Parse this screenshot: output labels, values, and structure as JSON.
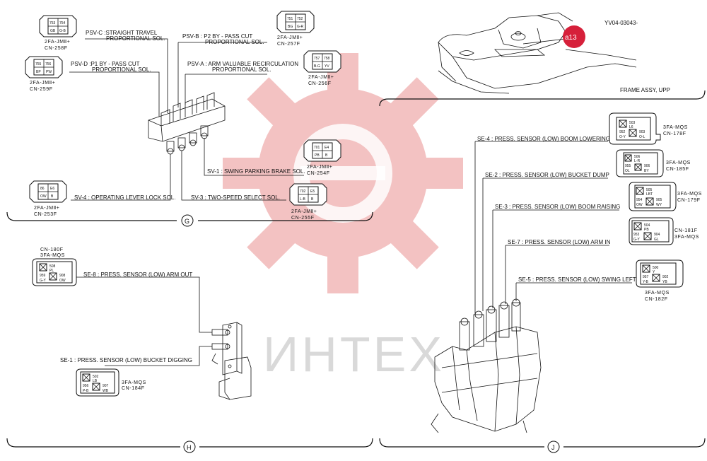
{
  "ref_code": "YV04-03043-",
  "frame_caption": "FRAME ASSY, UPP",
  "badge": {
    "label": "a13",
    "color": "#d6203a"
  },
  "watermark": {
    "text": "ИНТЕХ",
    "gear_color": "#f0b8b8"
  },
  "sections": {
    "g": "G",
    "h": "H",
    "j": "J"
  },
  "solenoids": {
    "psv_c": "PSV-C :STRAIGHT TRAVEL",
    "psv_c_2": "PROPORTIONAL SOL.",
    "psv_b": "PSV-B : P2 BY - PASS CUT",
    "psv_b_2": "PROPORTIONAL SOL.",
    "psv_d": "PSV-D :P1 BY - PASS CUT",
    "psv_d_2": "PROPORTIONAL SOL.",
    "psv_a": "PSV-A : ARM VALUABLE RECIRCULATION",
    "psv_a_2": "PROPORTIONAL SOL.",
    "sv_1": "SV-1 : SWING PARKING BRAKE SOL.",
    "sv_4": "SV-4 : OPERATING LEVER LOCK SOL.",
    "sv_3": "SV-3 : TWO-SPEED SELECT SOL."
  },
  "sensors": {
    "se_4": "SE-4 : PRESS. SENSOR (LOW) BOOM LOWERING",
    "se_2": "SE-2 : PRESS. SENSOR (LOW) BUCKET DUMP",
    "se_3": "SE-3 : PRESS. SENSOR (LOW) BOOM RAISING",
    "se_7": "SE-7 : PRESS. SENSOR (LOW) ARM IN",
    "se_5": "SE-5 : PRESS. SENSOR (LOW) SWING LEFT",
    "se_8": "SE-8 : PRESS. SENSOR (LOW) ARM OUT",
    "se_1": "SE-1 : PRESS. SENSOR (LOW) BUCKET DIGGING"
  },
  "connectors": {
    "cn258": {
      "type": "2FA-JMⅡ+",
      "id": "CN-258F",
      "pins": [
        "753",
        "754",
        "GB",
        "G-B"
      ]
    },
    "cn257": {
      "type": "2FA-JMⅡ+",
      "id": "CN-257F",
      "pins": [
        "751",
        "752",
        "BG",
        "G-R"
      ]
    },
    "cn259": {
      "type": "2FA-JMⅡ+",
      "id": "CN-259F",
      "pins": [
        "755",
        "756",
        "BP",
        "PW"
      ]
    },
    "cn256": {
      "type": "2FA-JMⅡ+",
      "id": "CN-256F",
      "pins": [
        "757",
        "758",
        "B-G",
        "YV"
      ]
    },
    "cn254": {
      "type": "2FA-JMⅡ+",
      "id": "CN-254F",
      "pins": [
        "701",
        "E4",
        "PB",
        "B"
      ]
    },
    "cn253": {
      "type": "2FA-JMⅡ+",
      "id": "CN-253F",
      "pins": [
        "86",
        "E6",
        "OW",
        "B"
      ]
    },
    "cn255": {
      "type": "2FA-JMⅡ+",
      "id": "CN-255F",
      "pins": [
        "702",
        "E5",
        "L-B",
        "B"
      ]
    },
    "cn178": {
      "type": "3FA-MQS",
      "id": "CN-178F",
      "pins": [
        "503",
        "L6",
        "952",
        "903",
        "O-Y",
        "O-L"
      ]
    },
    "cn185": {
      "type": "3FA-MQS",
      "id": "CN-185F",
      "pins": [
        "506",
        "L-R",
        "955",
        "906",
        "OL",
        "BY"
      ]
    },
    "cn179": {
      "type": "3FA-MQS",
      "id": "CN-179F",
      "pins": [
        "505",
        "LBT",
        "954",
        "905",
        "OW",
        "WY"
      ]
    },
    "cn181": {
      "type": "3FA-MQS",
      "id": "CN-181F",
      "pins": [
        "504",
        "PB",
        "953",
        "904",
        "G-Y",
        "GL"
      ]
    },
    "cn182": {
      "type": "3FA-MQS",
      "id": "CN-182F",
      "pins": [
        "500",
        "Y",
        "957",
        "902",
        "Y-B",
        "YB"
      ]
    },
    "cn180": {
      "type": "3FA-MQS",
      "id": "CN-180F",
      "pins": [
        "508",
        "PL",
        "959",
        "908",
        "G-Y",
        "OW"
      ]
    },
    "cn184": {
      "type": "3FA-MQS",
      "id": "CN-184F",
      "pins": [
        "502",
        "LB",
        "956",
        "907",
        "P-B",
        "WB"
      ]
    }
  }
}
